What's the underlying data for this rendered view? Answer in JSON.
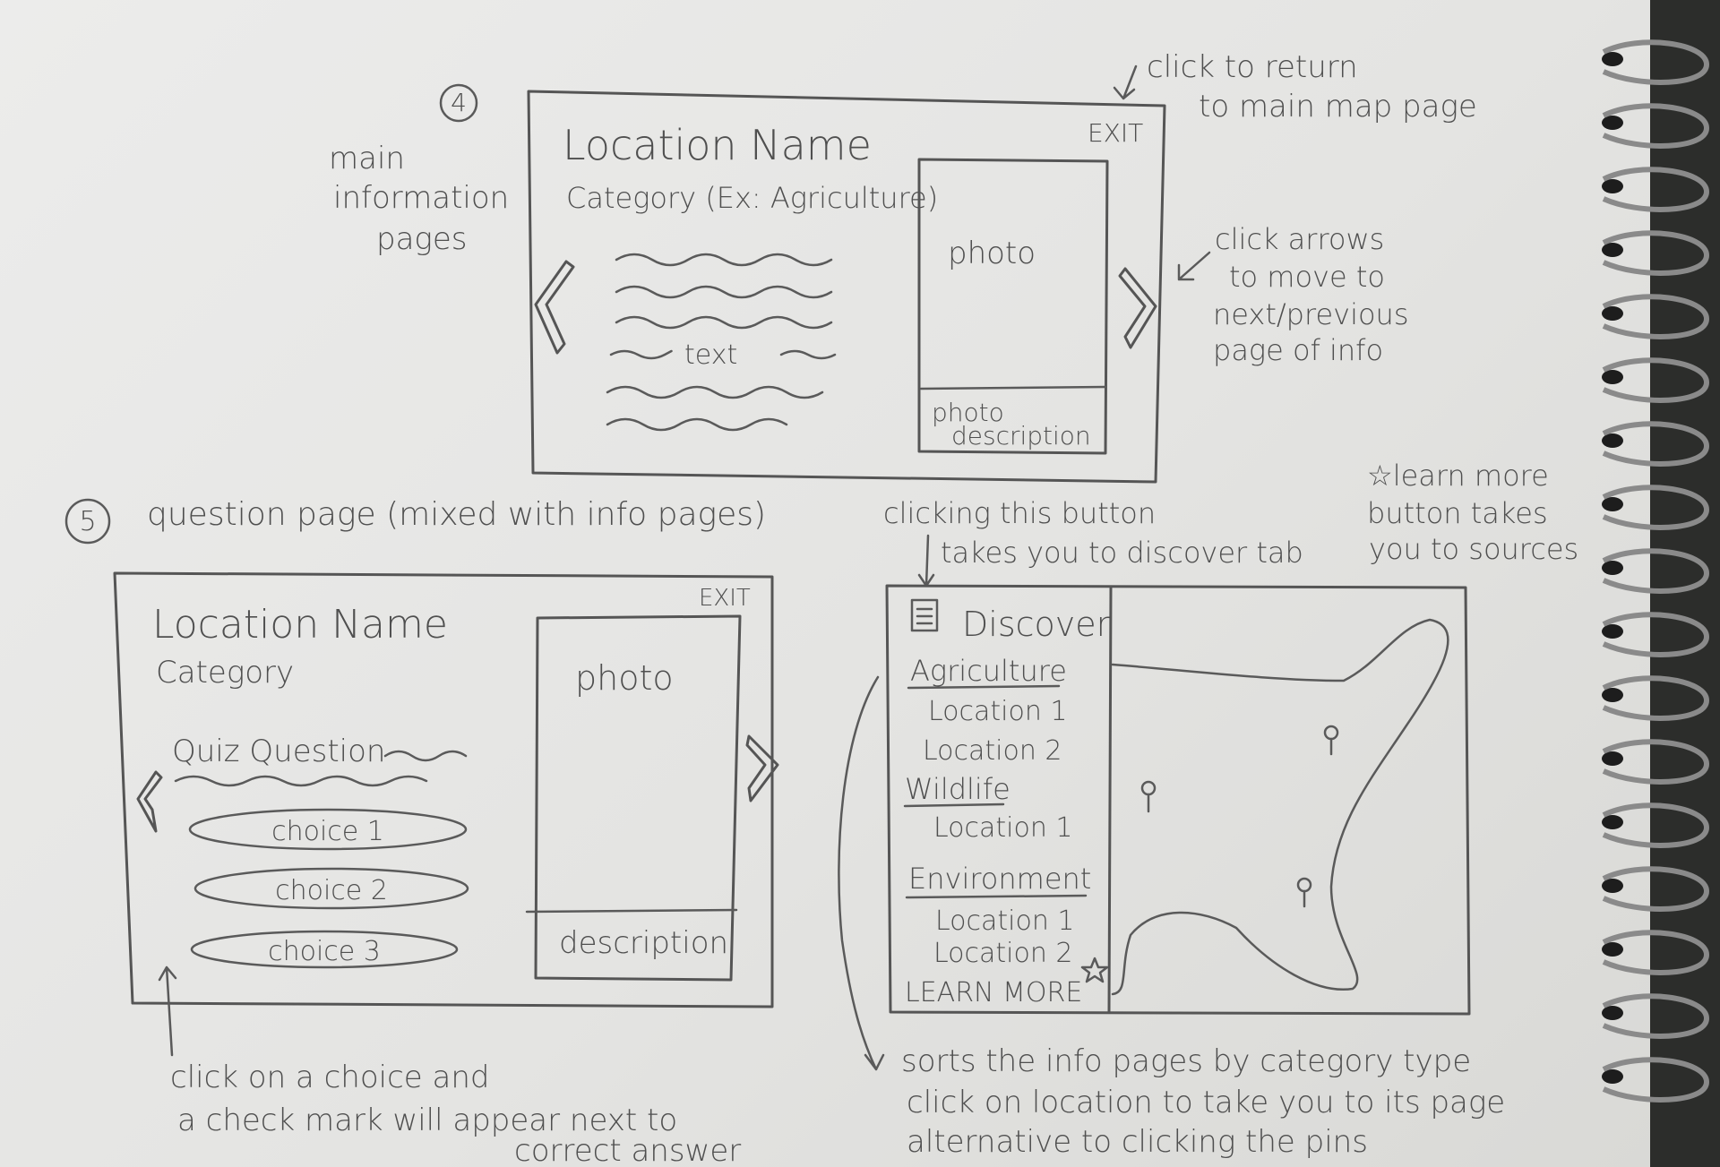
{
  "sketch4": {
    "number": "4",
    "side_label": [
      "main",
      "information",
      "pages"
    ],
    "title": "Location Name",
    "category": "Category (Ex: Agriculture)",
    "text_placeholder": "text",
    "photo": "photo",
    "photo_description": [
      "photo",
      "description"
    ],
    "exit": "EXIT",
    "note_exit": [
      "click to return",
      "to main map page"
    ],
    "note_arrows": [
      "click arrows",
      "to move to",
      "next/previous",
      "page of info"
    ]
  },
  "sketch5": {
    "number": "5",
    "heading": "question page (mixed with info pages)",
    "title": "Location Name",
    "category": "Category",
    "quiz": "Quiz Question",
    "choices": [
      "choice 1",
      "choice 2",
      "choice 3"
    ],
    "photo": "photo",
    "description": "description",
    "exit": "EXIT",
    "note_choice": [
      "click on a choice and",
      "a check mark will appear next to",
      "correct answer"
    ]
  },
  "discover": {
    "note_button": [
      "clicking this button",
      "takes you to discover tab"
    ],
    "note_learn": [
      "☆learn more",
      "button takes",
      "you to sources"
    ],
    "title": "Discover",
    "groups": [
      {
        "name": "Agriculture",
        "items": [
          "Location 1",
          "Location 2"
        ]
      },
      {
        "name": "Wildlife",
        "items": [
          "Location 1"
        ]
      },
      {
        "name": "Environment",
        "items": [
          "Location 1",
          "Location 2"
        ]
      }
    ],
    "learn_more": "LEARN MORE",
    "note_sort": [
      "sorts the info pages by category type",
      "click on location to take you to its page",
      "alternative to clicking the pins"
    ]
  }
}
